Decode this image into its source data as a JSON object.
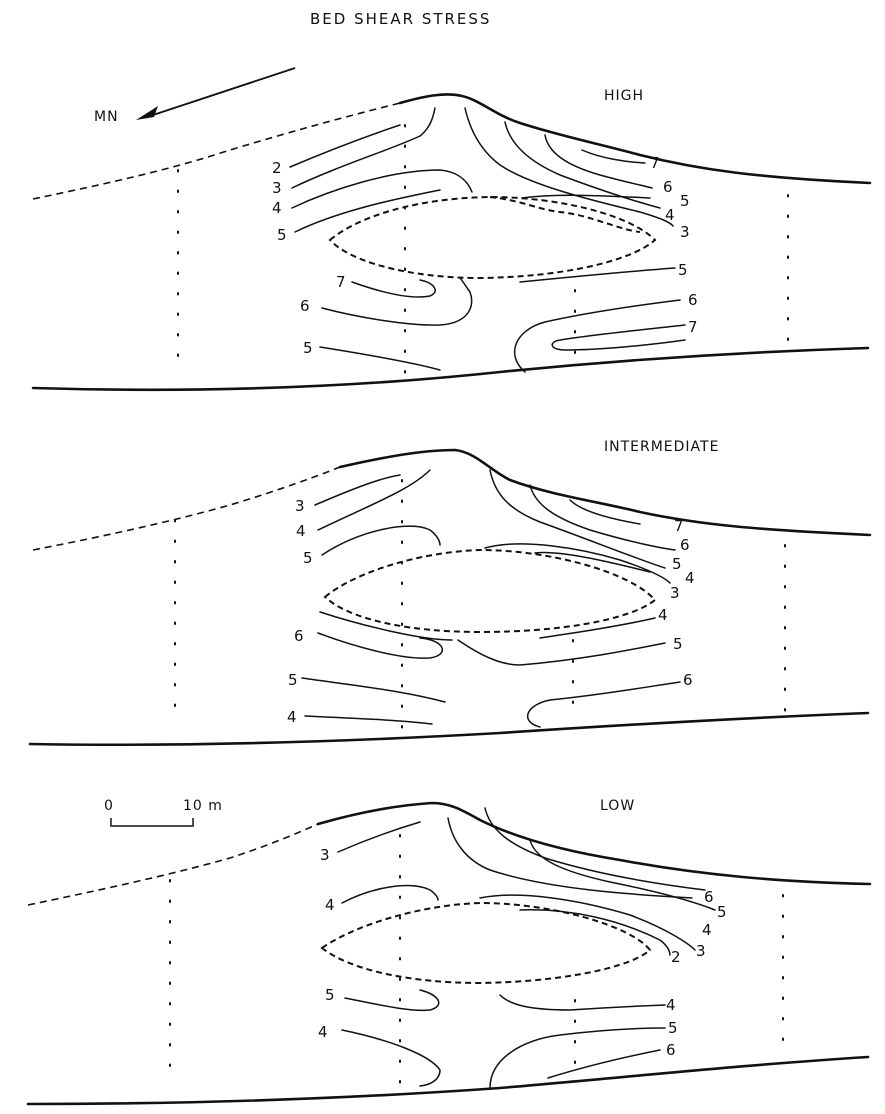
{
  "title": "BED SHEAR STRESS",
  "north_label": "MN",
  "scale_bar": {
    "zero": "0",
    "end": "10 m"
  },
  "panels": [
    {
      "label": "HIGH",
      "contour_labels": [
        "2",
        "3",
        "4",
        "5",
        "7",
        "6",
        "5",
        "7",
        "6",
        "5",
        "4",
        "3",
        "5",
        "6",
        "7"
      ]
    },
    {
      "label": "INTERMEDIATE",
      "contour_labels": [
        "3",
        "4",
        "5",
        "6",
        "5",
        "4",
        "7",
        "6",
        "5",
        "4",
        "3",
        "4",
        "5",
        "6"
      ]
    },
    {
      "label": "LOW",
      "contour_labels": [
        "3",
        "4",
        "5",
        "4",
        "6",
        "5",
        "4",
        "3",
        "2",
        "4",
        "5",
        "6"
      ]
    }
  ]
}
